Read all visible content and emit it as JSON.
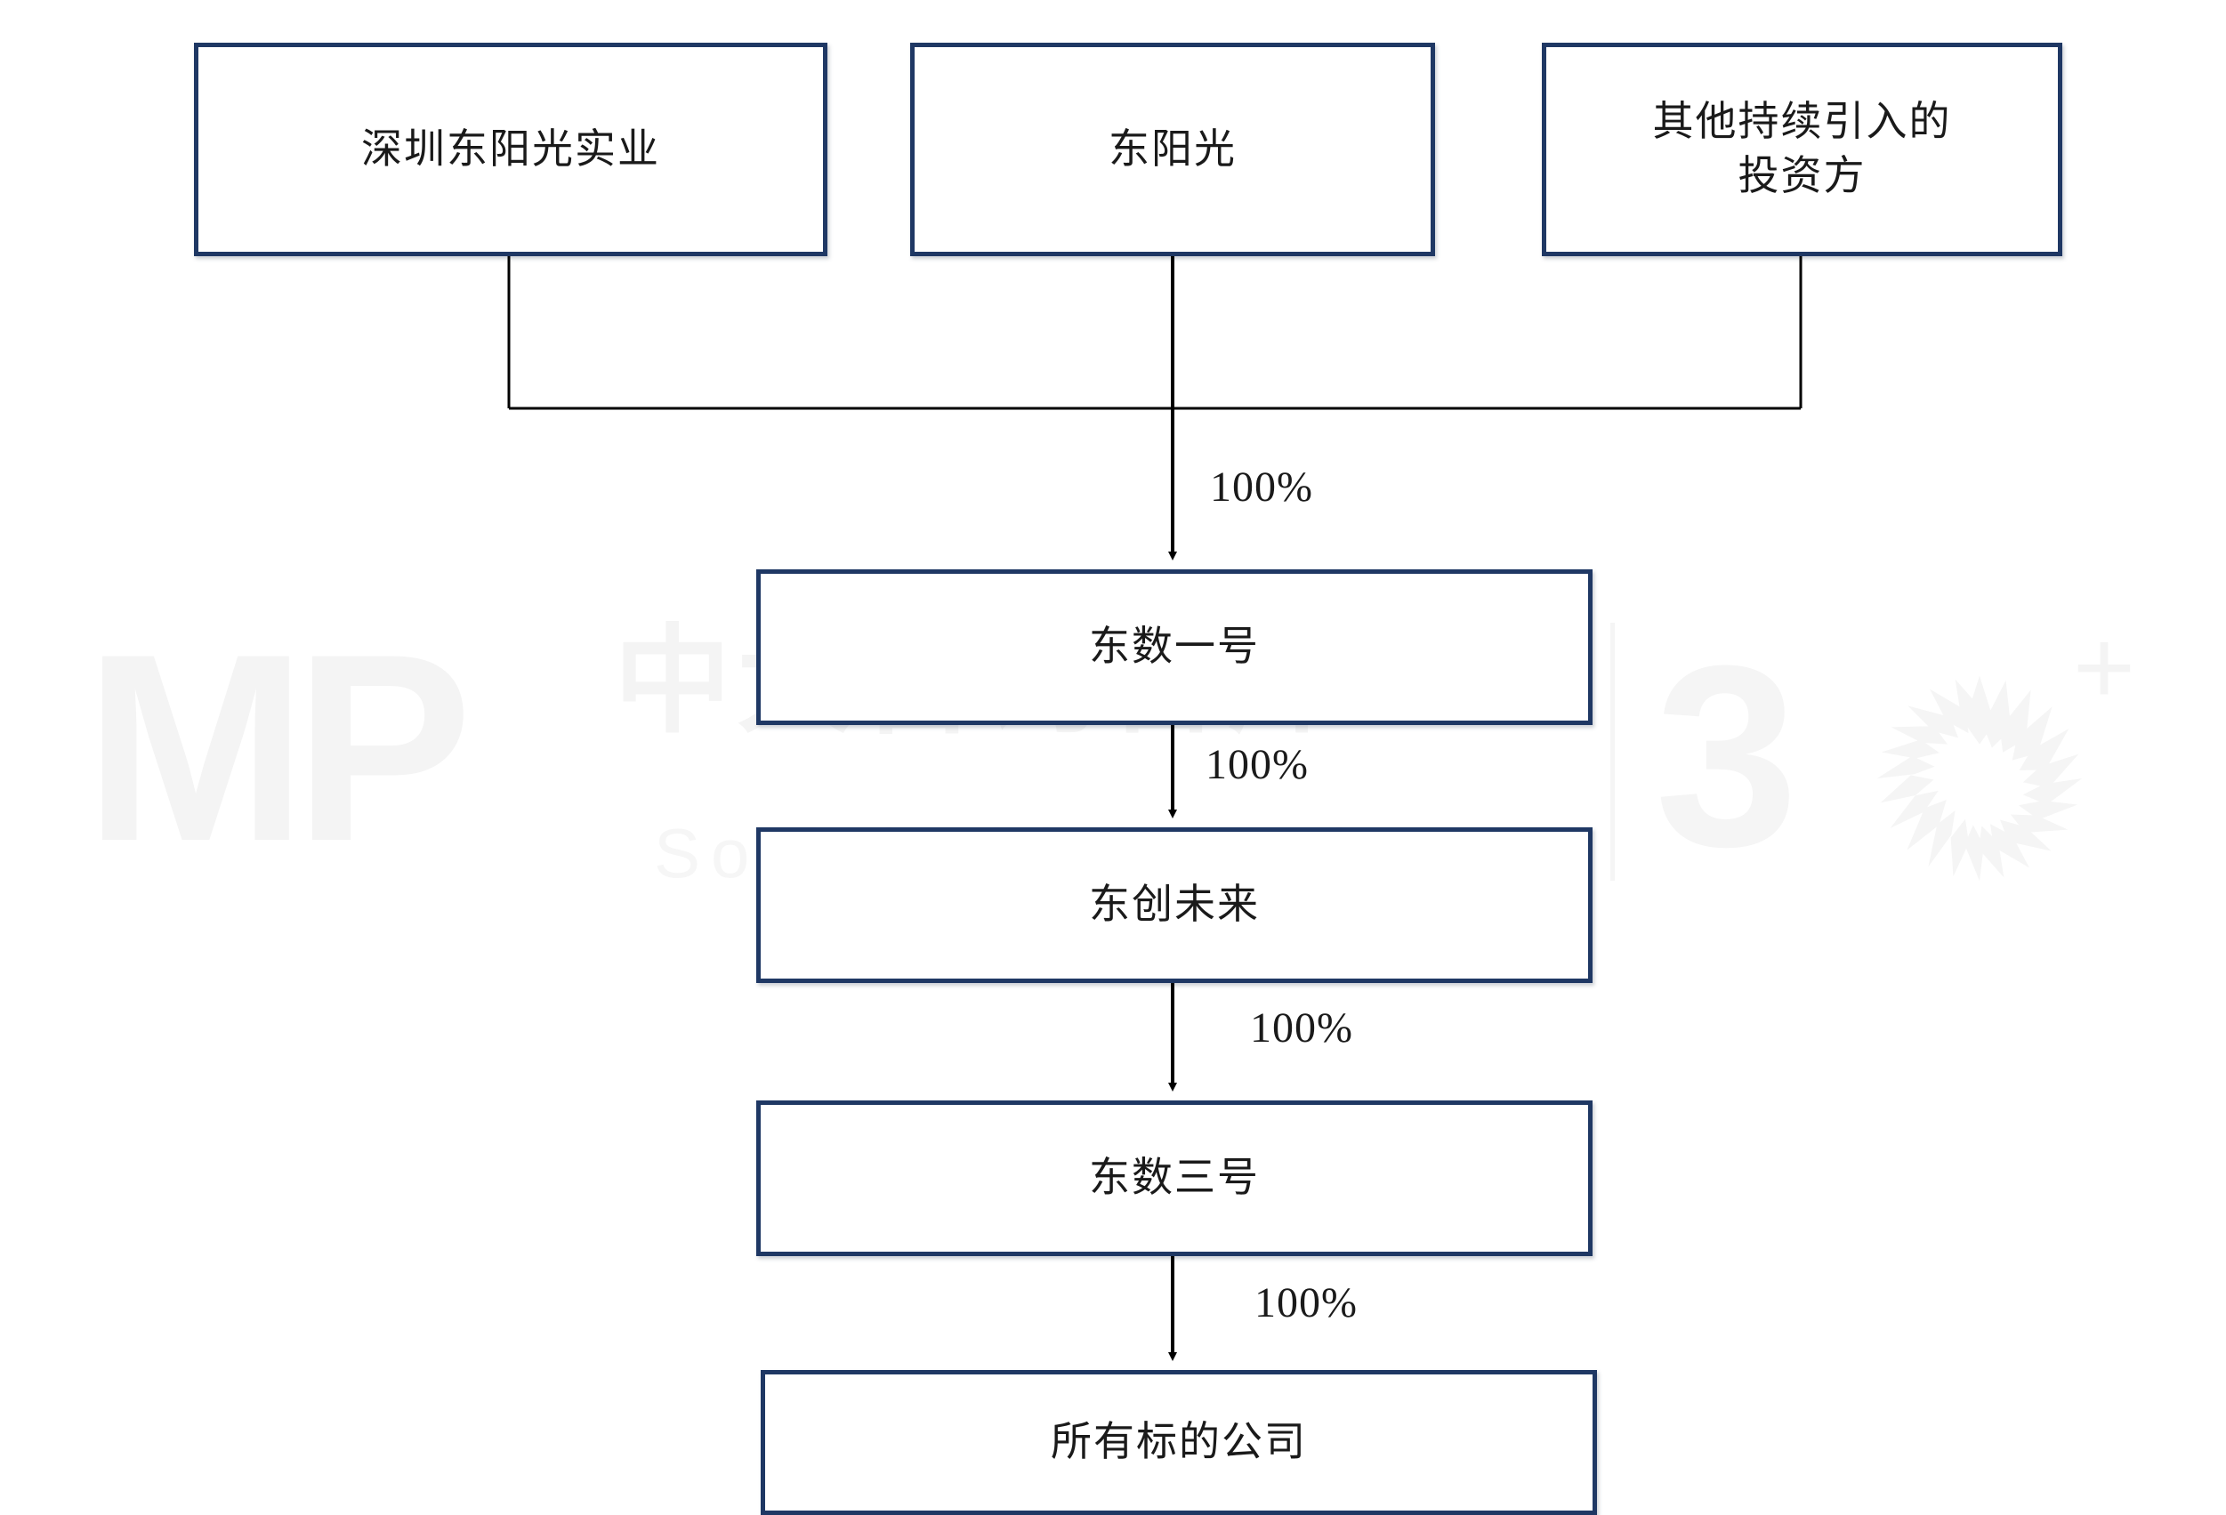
{
  "diagram": {
    "type": "ownership-structure-chart",
    "accent_color": "#1F3864",
    "line_color": "#000000",
    "background": "#FFFFFF",
    "nodes": [
      {
        "id": "shenzhen",
        "label": "深圳东阳光实业",
        "tier": 1
      },
      {
        "id": "dongyangguang",
        "label": "东阳光",
        "tier": 1
      },
      {
        "id": "other_investors",
        "line1": "其他持续引入的",
        "line2": "投资方",
        "tier": 1
      },
      {
        "id": "dongshu1",
        "label": "东数一号",
        "tier": 2
      },
      {
        "id": "dongchuang",
        "label": "东创未来",
        "tier": 3
      },
      {
        "id": "dongshu3",
        "label": "东数三号",
        "tier": 4
      },
      {
        "id": "target",
        "label": "所有标的公司",
        "tier": 5
      }
    ],
    "edges": [
      {
        "from": "tier1-group",
        "to": "dongshu1",
        "label": "100%"
      },
      {
        "from": "dongshu1",
        "to": "dongchuang",
        "label": "100%"
      },
      {
        "from": "dongchuang",
        "to": "dongshu3",
        "label": "100%"
      },
      {
        "from": "dongshu3",
        "to": "target",
        "label": "100%"
      }
    ]
  },
  "watermark": {
    "mark": "MP",
    "name_cn": "中大咨询智库",
    "name_en": "Social Think Tank",
    "anniversary": "3",
    "anniversary_plus": "+"
  }
}
